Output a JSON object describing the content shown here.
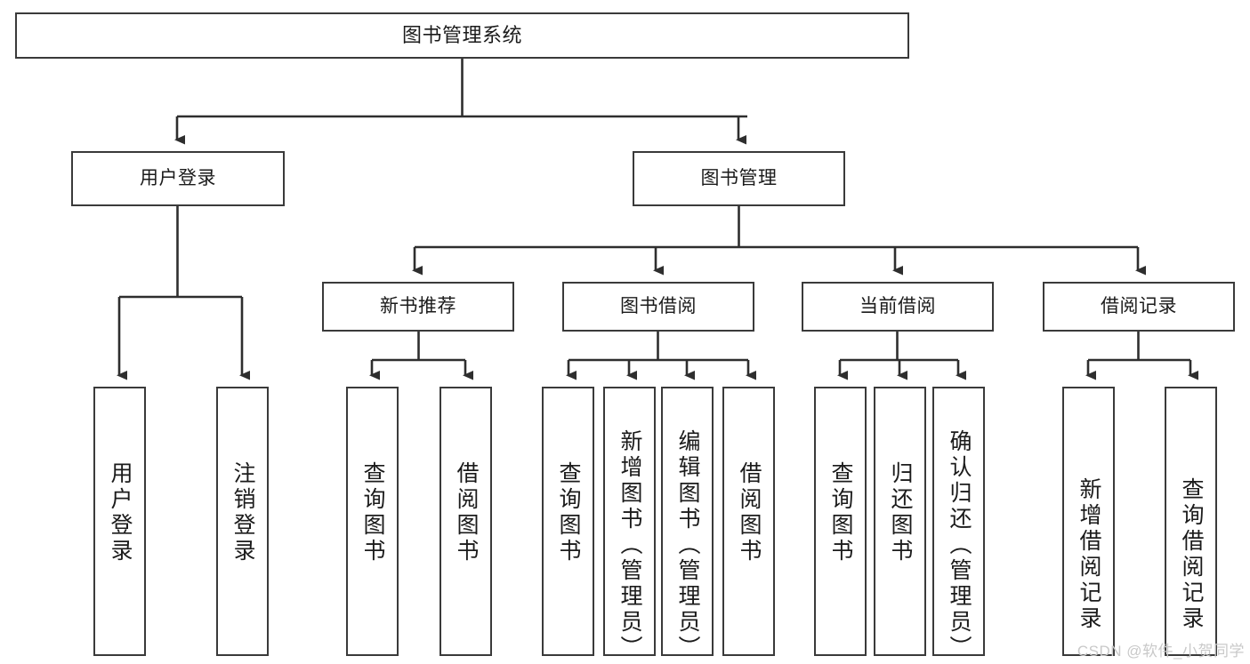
{
  "diagram": {
    "title": "图书管理系统",
    "type": "tree-hierarchy-diagram",
    "root": {
      "label": "图书管理系统"
    },
    "level2": [
      {
        "label": "用户登录"
      },
      {
        "label": "图书管理"
      }
    ],
    "level3": [
      {
        "label": "新书推荐"
      },
      {
        "label": "图书借阅"
      },
      {
        "label": "当前借阅"
      },
      {
        "label": "借阅记录"
      }
    ],
    "leaves": {
      "user_login": [
        {
          "label": "用户登录"
        },
        {
          "label": "注销登录"
        }
      ],
      "new_book_recommend": [
        {
          "label": "查询图书"
        },
        {
          "label": "借阅图书"
        }
      ],
      "book_borrow": [
        {
          "label": "查询图书"
        },
        {
          "label": "新增图书（管理员）"
        },
        {
          "label": "编辑图书（管理员）"
        },
        {
          "label": "借阅图书"
        }
      ],
      "current_borrow": [
        {
          "label": "查询图书"
        },
        {
          "label": "归还图书"
        },
        {
          "label": "确认归还（管理员）"
        }
      ],
      "borrow_record": [
        {
          "label": "新增借阅记录"
        },
        {
          "label": "查询借阅记录"
        }
      ]
    }
  },
  "watermark": {
    "text": "CSDN @软件_小贺同学"
  },
  "colors": {
    "border": "#3a3a3a",
    "background": "#ffffff",
    "text": "#1b1b1b",
    "watermark": "#c9c9c9"
  }
}
